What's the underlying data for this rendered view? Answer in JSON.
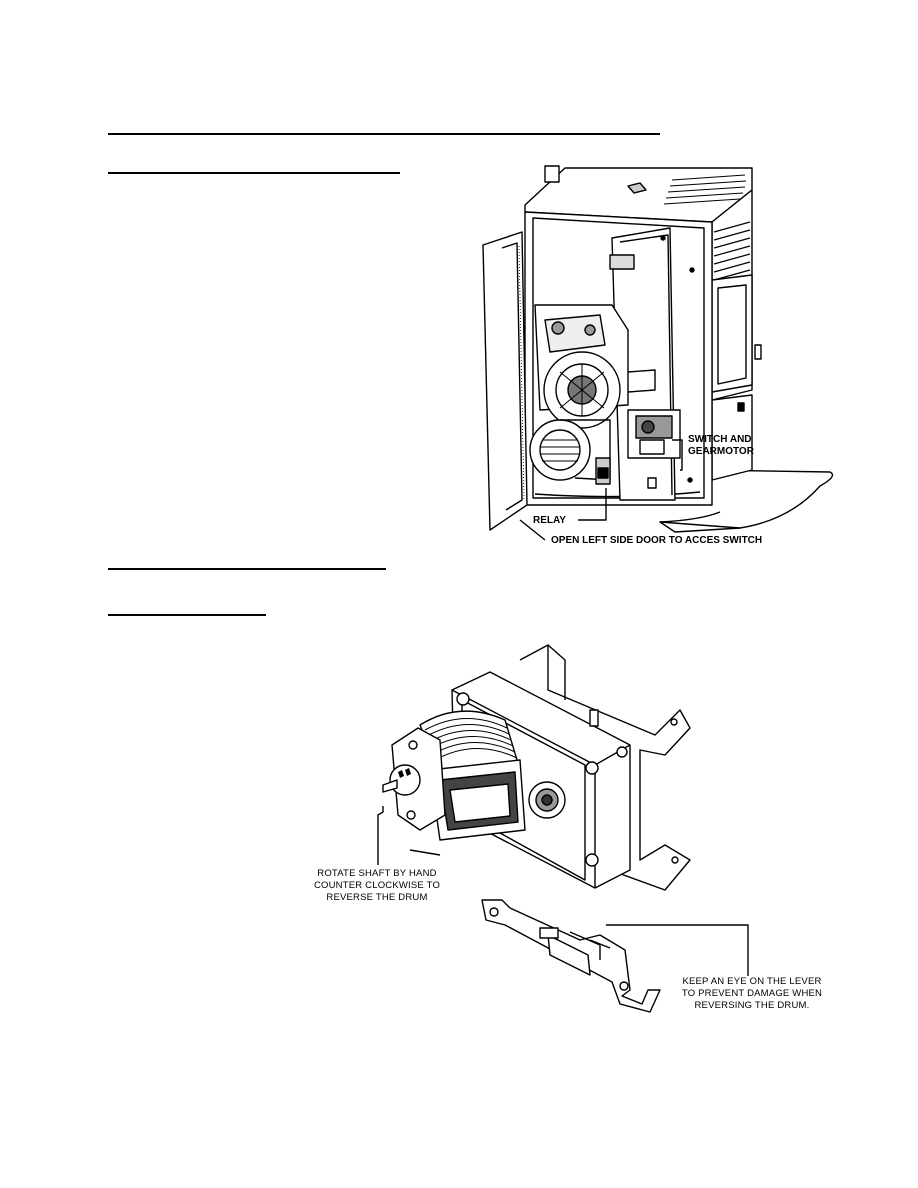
{
  "page": {
    "callouts": {
      "switch_and": "SWITCH AND",
      "gearmotor": "GEARMOTOR",
      "relay": "RELAY",
      "open_left_door": "OPEN LEFT SIDE DOOR TO ACCES SWITCH",
      "rotate_1": "ROTATE SHAFT BY HAND",
      "rotate_2": "COUNTER CLOCKWISE TO",
      "rotate_3": "REVERSE THE DRUM",
      "lever_1": "KEEP AN EYE ON THE LEVER",
      "lever_2": "TO PREVENT DAMAGE WHEN",
      "lever_3": "REVERSING THE DRUM."
    }
  }
}
